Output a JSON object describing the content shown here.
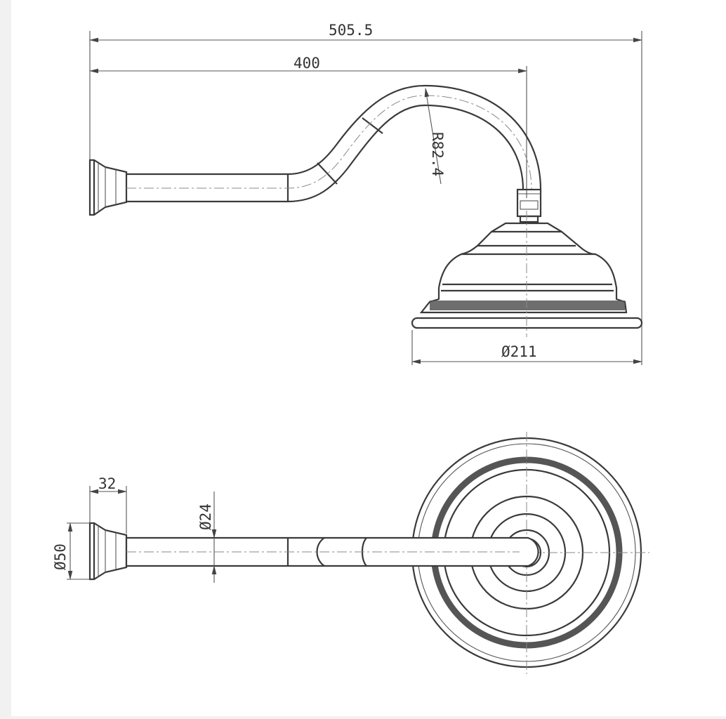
{
  "title": "Shower arm with rose head - technical drawing",
  "dimensions": {
    "overall_length": "505.5",
    "arm_reach": "400",
    "bend_radius": "R82.4",
    "head_diameter": "Ø211",
    "flange_depth": "32",
    "flange_diameter": "Ø50",
    "pipe_diameter": "Ø24"
  },
  "colors": {
    "line": "#3a3a3a",
    "background": "#ffffff"
  }
}
